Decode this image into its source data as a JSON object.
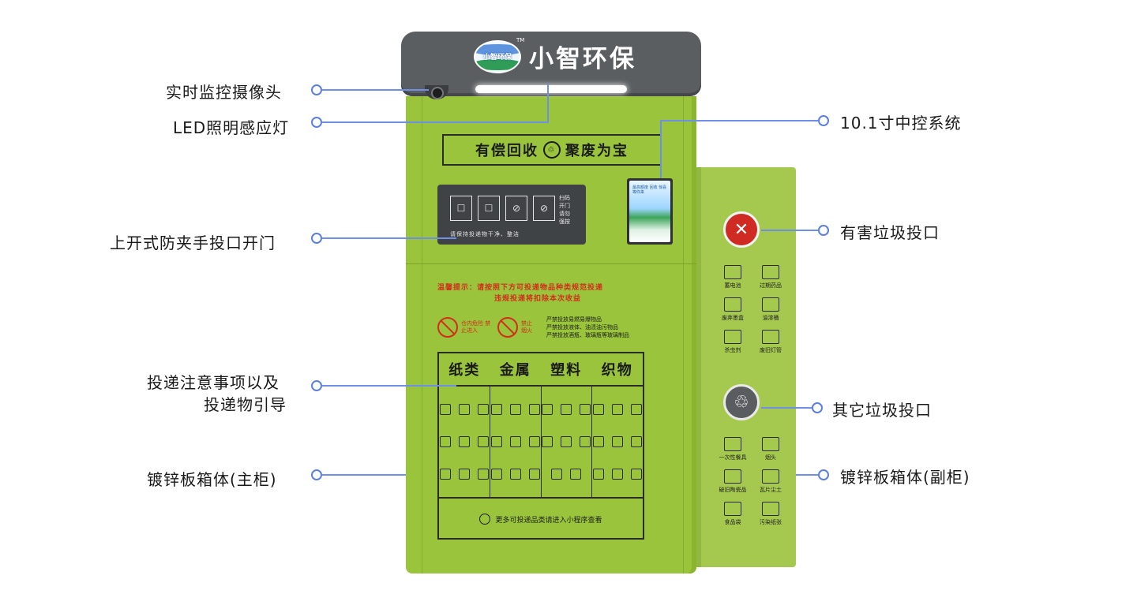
{
  "brand": {
    "name": "小智环保",
    "badge_text": "小智环保",
    "trademark": "TM"
  },
  "slogan": {
    "left": "有偿回收",
    "right": "聚废为宝"
  },
  "door_panel": {
    "icons": [
      "☐",
      "☐",
      "⊘",
      "⊘"
    ],
    "side_text": "扫码开门 请勿强按",
    "note": "请保持投递物干净、整洁"
  },
  "screen_text": "最高额度 回收 惊喜等你来",
  "warning": {
    "line1": "温馨提示：请按照下方可投递物品种类规范投递",
    "line2": "违规投递将扣除本次收益"
  },
  "prohibitions": {
    "ban1": "仓内危险 禁止进入",
    "ban2": "禁止 烟火",
    "lines": [
      "严禁投放易燃易爆物品",
      "严禁投放液体、油渍油污物品",
      "严禁投放酒瓶、玻璃瓶等玻璃制品"
    ]
  },
  "categories": [
    "纸类",
    "金属",
    "塑料",
    "织物"
  ],
  "guide_footer": "更多可投递品类请进入小程序查看",
  "callouts": {
    "camera": "实时监控摄像头",
    "led": "LED照明感应灯",
    "control": "10.1寸中控系统",
    "door": "上开式防夹手投口开门",
    "hazard": "有害垃圾投口",
    "guide_line1": "投递注意事项以及",
    "guide_line2": "投递物引导",
    "other": "其它垃圾投口",
    "main_cabinet": "镀锌板箱体(主柜)",
    "sub_cabinet": "镀锌板箱体(副柜)"
  },
  "hazard_items": [
    "蓄电池",
    "过期药品",
    "废弃墨盒",
    "油漆桶",
    "杀虫剂",
    "废旧灯管"
  ],
  "other_items": [
    "一次性餐具",
    "烟头",
    "破旧陶瓷品",
    "瓦片尘土",
    "食品袋",
    "污染纸张"
  ],
  "colors": {
    "cabinet_green": "#99c43b",
    "roof_gray": "#5a5e61",
    "hazard_red": "#cf2b22",
    "callout_blue": "#5b7fe0"
  }
}
